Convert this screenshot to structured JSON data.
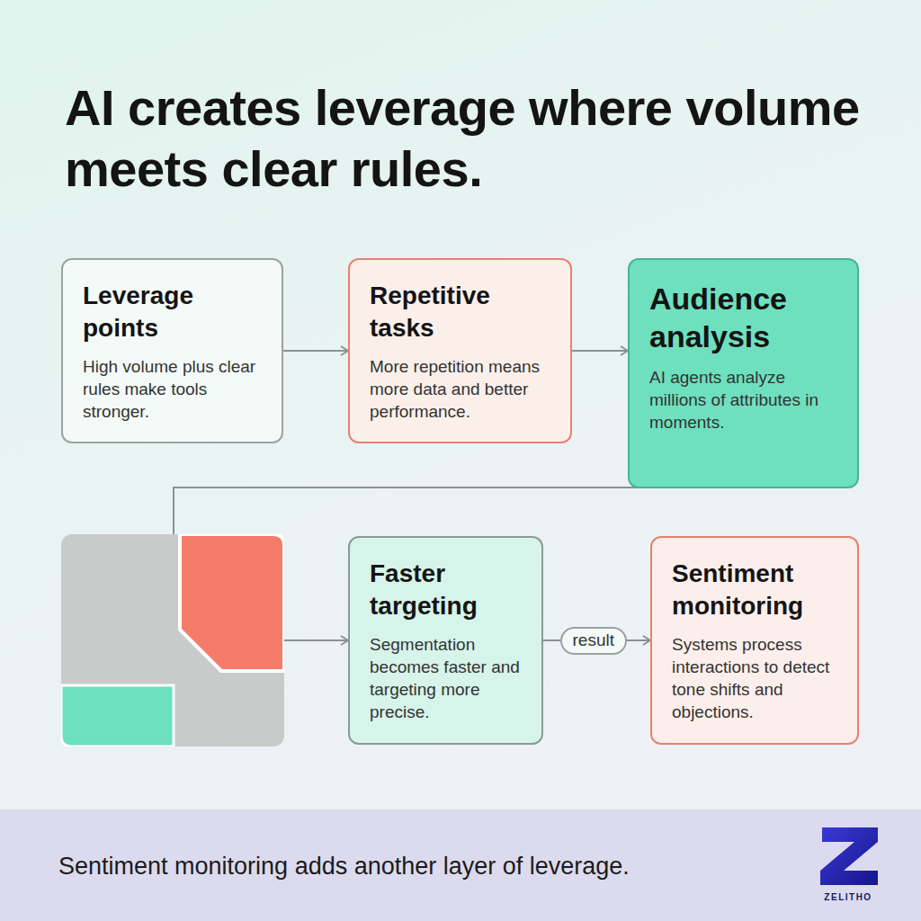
{
  "diagram": {
    "title": "AI creates leverage where volume meets clear rules.",
    "caption": "Sentiment monitoring adds another layer of leverage.",
    "nodes": [
      {
        "text": [
          "Leverage points",
          "High volume plus clear rules make tools stronger."
        ]
      },
      {
        "text": [
          "Repetitive tasks",
          "More repetition means more data and better performance."
        ]
      },
      {
        "text": [
          "Audience analysis",
          "AI agents analyze millions of attributes in moments."
        ]
      },
      {
        "text": [
          "Faster targeting",
          "Segmentation becomes faster and targeting more precise."
        ]
      },
      {
        "text": [
          "Sentiment monitoring",
          "Systems process interactions to detect tone shifts and objections."
        ]
      }
    ],
    "edges": [
      {
        "from": 0,
        "to": 1,
        "arrow": "to"
      },
      {
        "from": 1,
        "to": 2,
        "arrow": "to"
      },
      {
        "from": 2,
        "to": 3,
        "arrow": "to"
      },
      {
        "from": 3,
        "to": 4,
        "label": "result",
        "arrow": "to"
      }
    ],
    "labels": [
      "ZELITHO"
    ]
  }
}
